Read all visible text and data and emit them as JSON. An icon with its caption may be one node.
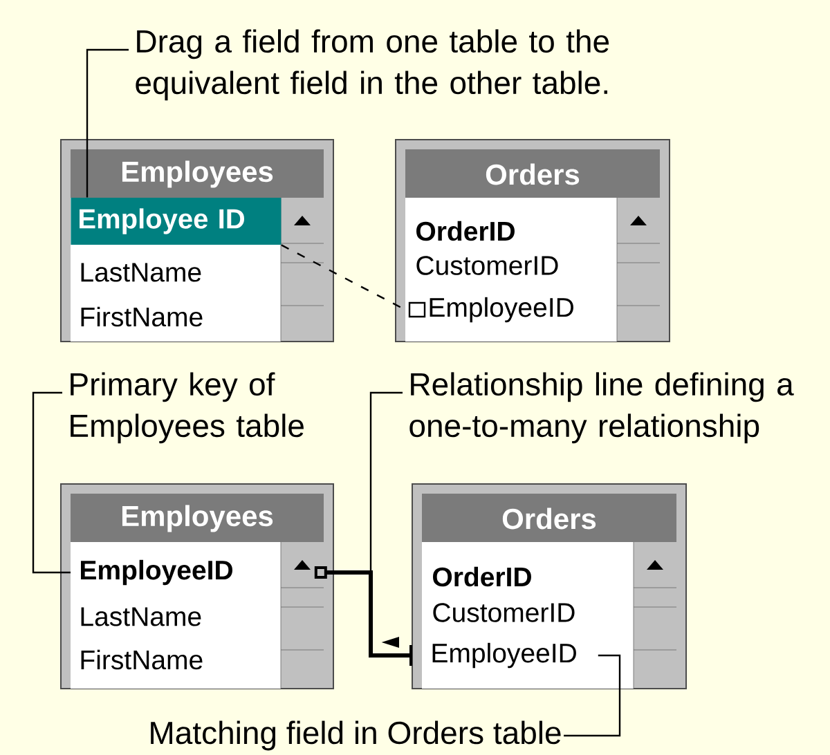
{
  "diagram": {
    "nodes": [
      {
        "text": [
          "Drag a field from one table to the equivalent field in the other table."
        ]
      },
      {
        "text": [
          "Employees"
        ]
      },
      {
        "text": [
          "Employee ID"
        ],
        "in": 1
      },
      {
        "text": [
          "LastName"
        ],
        "in": 1
      },
      {
        "text": [
          "FirstName"
        ],
        "in": 1
      },
      {
        "text": [
          "Orders"
        ]
      },
      {
        "text": [
          "OrderID"
        ],
        "in": 5
      },
      {
        "text": [
          "CustomerID"
        ],
        "in": 5
      },
      {
        "text": [
          "EmployeeID"
        ],
        "in": 5
      },
      {
        "text": [
          "Primary key of Employees table"
        ]
      },
      {
        "text": [
          "Relationship line defining a one-to-many relationship"
        ]
      },
      {
        "text": [
          "Employees"
        ]
      },
      {
        "text": [
          "EmployeeID"
        ],
        "in": 11
      },
      {
        "text": [
          "LastName"
        ],
        "in": 11
      },
      {
        "text": [
          "FirstName"
        ],
        "in": 11
      },
      {
        "text": [
          "Orders"
        ]
      },
      {
        "text": [
          "OrderID"
        ],
        "in": 15
      },
      {
        "text": [
          "CustomerID"
        ],
        "in": 15
      },
      {
        "text": [
          "EmployeeID"
        ],
        "in": 15
      },
      {
        "text": [
          "Matching field in Orders table"
        ]
      }
    ],
    "edges": [
      {
        "from": 0,
        "to": 2,
        "arrow": "none"
      },
      {
        "from": 2,
        "to": 8,
        "arrow": "none",
        "style": "dashed"
      },
      {
        "from": 9,
        "to": 12,
        "arrow": "none"
      },
      {
        "from": 12,
        "to": 18,
        "arrow": "other",
        "style": "thick"
      },
      {
        "from": 10,
        "to": null,
        "arrow": "none"
      },
      {
        "from": 19,
        "to": 18,
        "arrow": "none"
      }
    ]
  }
}
